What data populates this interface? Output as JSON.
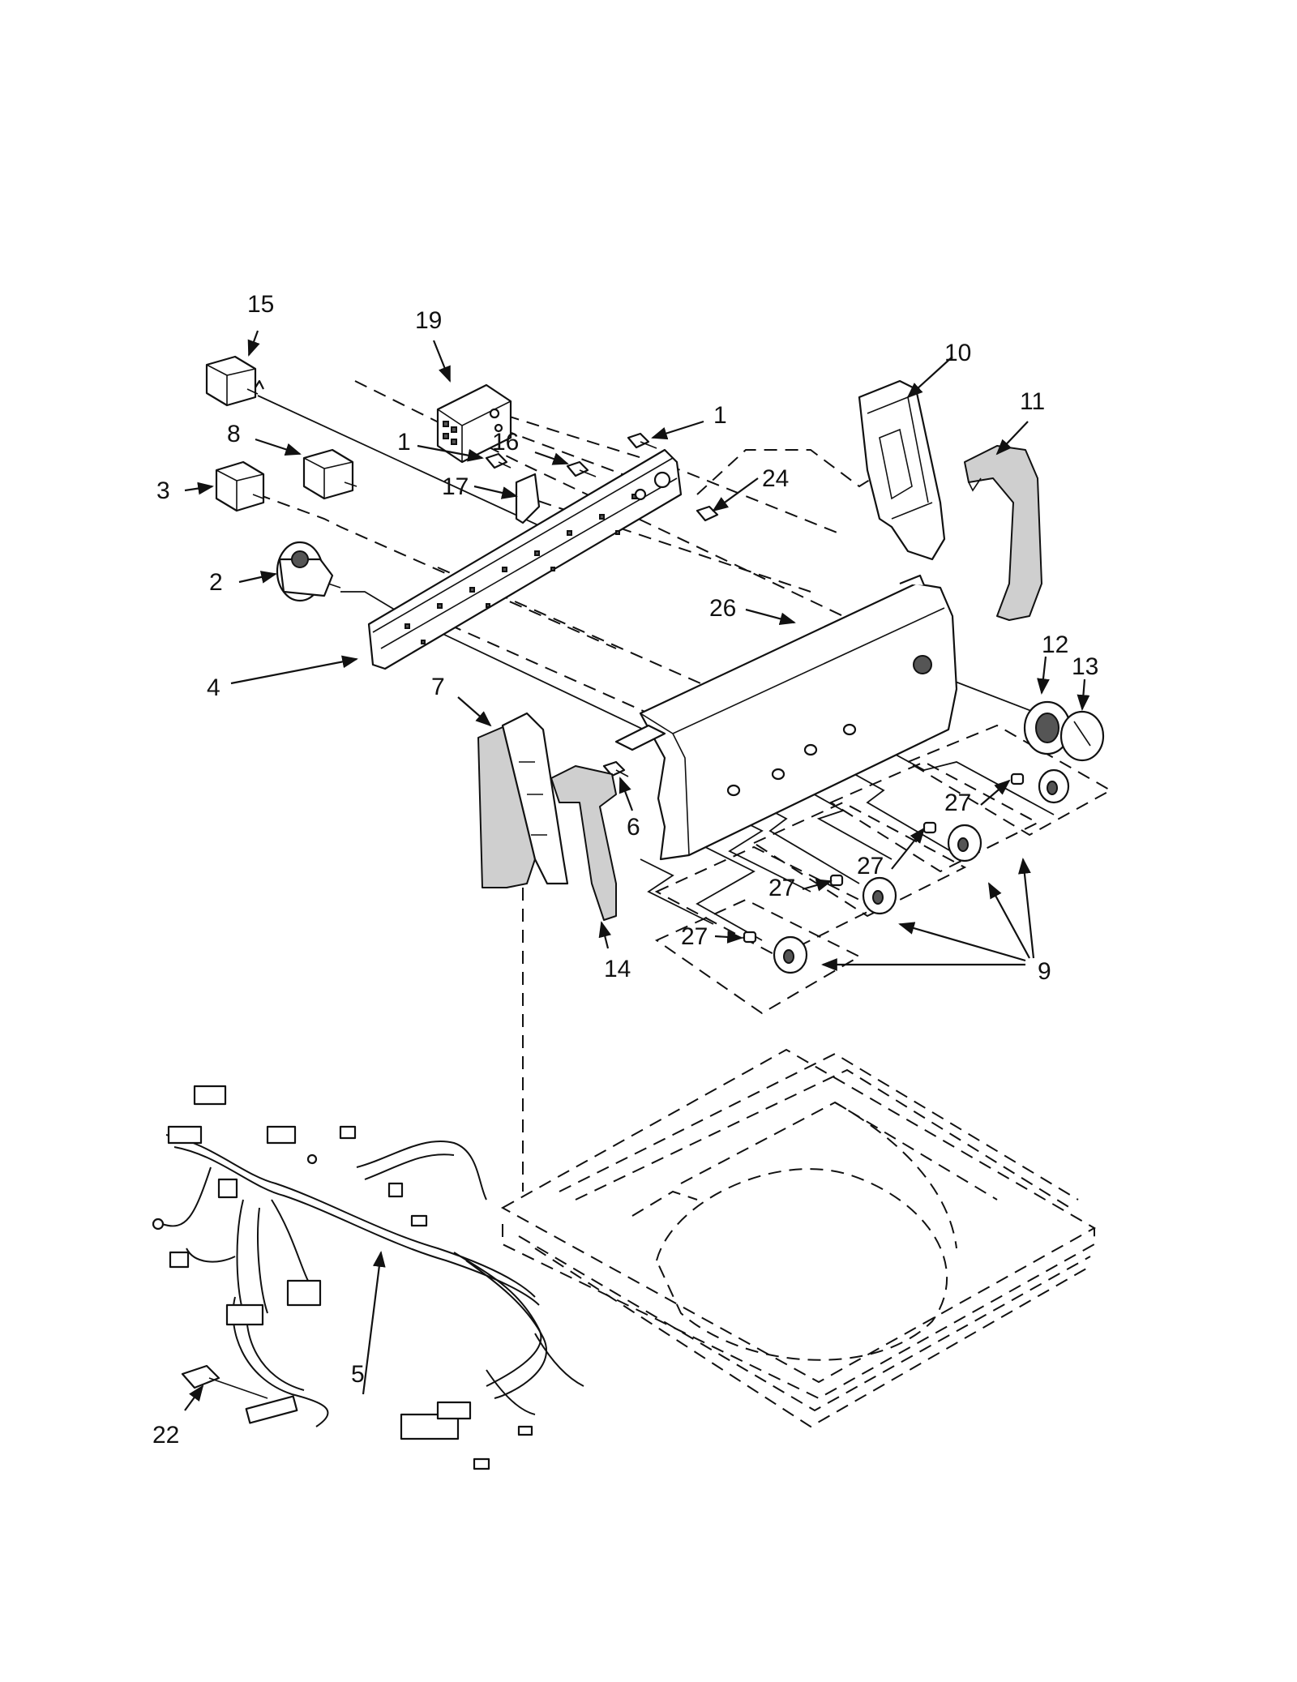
{
  "callouts": [
    {
      "id": "c15",
      "label": "15"
    },
    {
      "id": "c19",
      "label": "19"
    },
    {
      "id": "c10",
      "label": "10"
    },
    {
      "id": "c11",
      "label": "11"
    },
    {
      "id": "c1a",
      "label": "1"
    },
    {
      "id": "c8",
      "label": "8"
    },
    {
      "id": "c1b",
      "label": "1"
    },
    {
      "id": "c16",
      "label": "16"
    },
    {
      "id": "c3",
      "label": "3"
    },
    {
      "id": "c17",
      "label": "17"
    },
    {
      "id": "c24",
      "label": "24"
    },
    {
      "id": "c2",
      "label": "2"
    },
    {
      "id": "c26",
      "label": "26"
    },
    {
      "id": "c12",
      "label": "12"
    },
    {
      "id": "c13",
      "label": "13"
    },
    {
      "id": "c4",
      "label": "4"
    },
    {
      "id": "c7",
      "label": "7"
    },
    {
      "id": "c6",
      "label": "6"
    },
    {
      "id": "c27a",
      "label": "27"
    },
    {
      "id": "c27b",
      "label": "27"
    },
    {
      "id": "c27c",
      "label": "27"
    },
    {
      "id": "c27d",
      "label": "27"
    },
    {
      "id": "c14",
      "label": "14"
    },
    {
      "id": "c9",
      "label": "9"
    },
    {
      "id": "c5",
      "label": "5"
    },
    {
      "id": "c22",
      "label": "22"
    }
  ]
}
